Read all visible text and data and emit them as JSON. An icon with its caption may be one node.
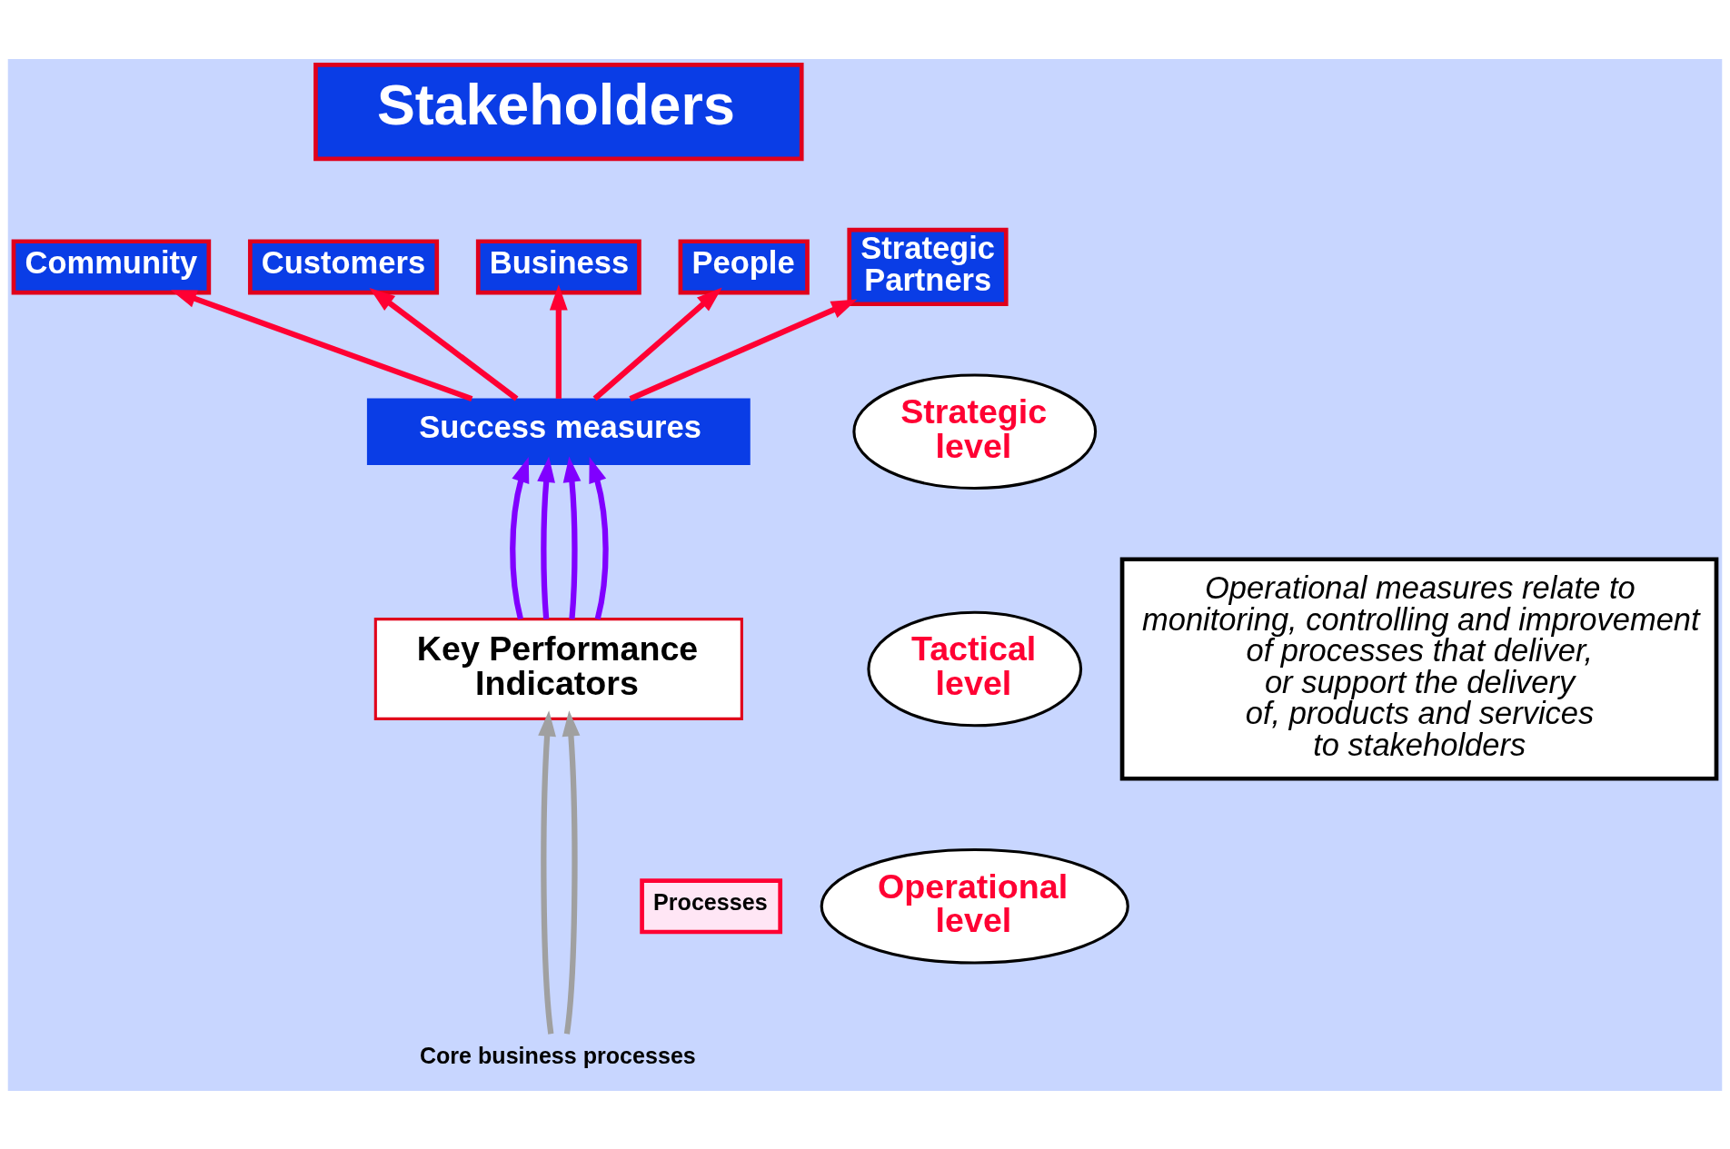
{
  "diagram": {
    "nodes": [
      {
        "text": [
          "Stakeholders"
        ]
      },
      {
        "text": [
          "Community"
        ]
      },
      {
        "text": [
          "Customers"
        ]
      },
      {
        "text": [
          "Business"
        ]
      },
      {
        "text": [
          "People"
        ]
      },
      {
        "text": [
          "Strategic Partners"
        ]
      },
      {
        "text": [
          "Success measures"
        ]
      },
      {
        "text": [
          "Strategic level"
        ]
      },
      {
        "text": [
          "Tactical level"
        ]
      },
      {
        "text": [
          "Operational level"
        ]
      },
      {
        "text": [
          "Key Performance Indicators"
        ]
      },
      {
        "text": [
          "Processes"
        ]
      },
      {
        "text": [
          "Core business processes"
        ]
      },
      {
        "text": [
          "Operational measures relate to monitoring, controlling and improvement of processes that deliver, or support the delivery of, products and services to stakeholders"
        ]
      }
    ],
    "edges": [
      {
        "from": 6,
        "to": 1,
        "arrow": "to",
        "color": "#ff0033"
      },
      {
        "from": 6,
        "to": 2,
        "arrow": "to",
        "color": "#ff0033"
      },
      {
        "from": 6,
        "to": 3,
        "arrow": "to",
        "color": "#ff0033"
      },
      {
        "from": 6,
        "to": 4,
        "arrow": "to",
        "color": "#ff0033"
      },
      {
        "from": 6,
        "to": 5,
        "arrow": "to",
        "color": "#ff0033"
      },
      {
        "from": 10,
        "to": 6,
        "arrow": "to",
        "color": "#8000ff"
      },
      {
        "from": 10,
        "to": 6,
        "arrow": "to",
        "color": "#8000ff"
      },
      {
        "from": 10,
        "to": 6,
        "arrow": "to",
        "color": "#8000ff"
      },
      {
        "from": 10,
        "to": 6,
        "arrow": "to",
        "color": "#8000ff"
      },
      {
        "from": 12,
        "to": 10,
        "arrow": "to",
        "color": "#a0a0a0"
      },
      {
        "from": 12,
        "to": 10,
        "arrow": "to",
        "color": "#a0a0a0"
      }
    ]
  }
}
